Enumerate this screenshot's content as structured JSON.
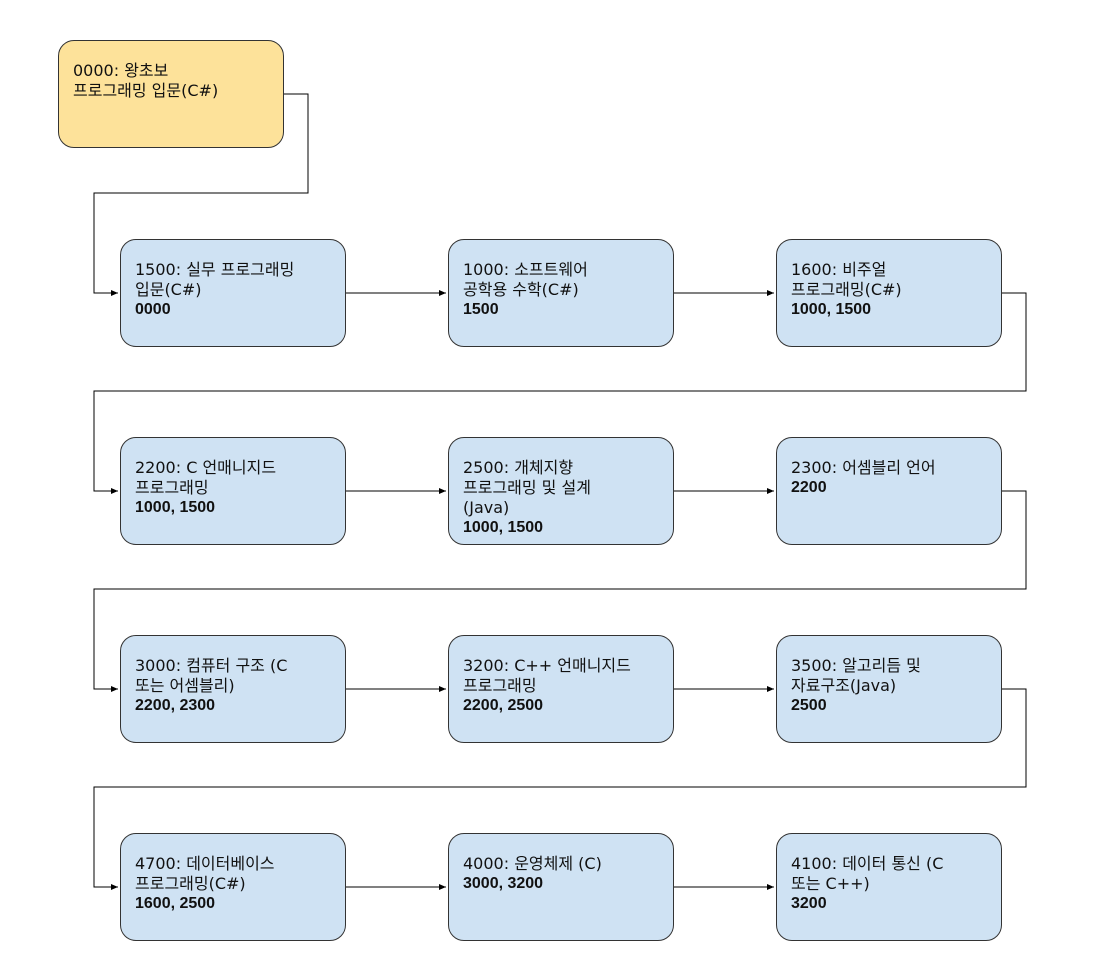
{
  "diagram": {
    "nodes": [
      {
        "key": "n0000",
        "title": "0000: 왕초보\n프로그래밍 입문(C#)",
        "prereq": ""
      },
      {
        "key": "n1500",
        "title": "1500: 실무 프로그래밍\n입문(C#)",
        "prereq": "0000"
      },
      {
        "key": "n1000",
        "title": "1000: 소프트웨어\n공학용 수학(C#)",
        "prereq": "1500"
      },
      {
        "key": "n1600",
        "title": "1600: 비주얼\n프로그래밍(C#)",
        "prereq": "1000, 1500"
      },
      {
        "key": "n2200",
        "title": "2200: C 언매니지드\n프로그래밍",
        "prereq": "1000, 1500"
      },
      {
        "key": "n2500",
        "title": "2500: 개체지향\n프로그래밍 및 설계\n(Java)",
        "prereq": "1000, 1500"
      },
      {
        "key": "n2300",
        "title": "2300: 어셈블리 언어",
        "prereq": "2200"
      },
      {
        "key": "n3000",
        "title": "3000: 컴퓨터 구조 (C\n또는 어셈블리)",
        "prereq": "2200, 2300"
      },
      {
        "key": "n3200",
        "title": "3200: C++ 언매니지드\n프로그래밍",
        "prereq": "2200, 2500"
      },
      {
        "key": "n3500",
        "title": "3500: 알고리듬 및\n자료구조(Java)",
        "prereq": "2500"
      },
      {
        "key": "n4700",
        "title": "4700: 데이터베이스\n프로그래밍(C#)",
        "prereq": "1600, 2500"
      },
      {
        "key": "n4000",
        "title": "4000: 운영체제 (C)",
        "prereq": "3000, 3200"
      },
      {
        "key": "n4100",
        "title": "4100: 데이터 통신 (C\n또는 C++)",
        "prereq": "3200"
      }
    ],
    "colors": {
      "start_fill": "#fde29a",
      "course_fill": "#cfe2f3",
      "border": "#333333",
      "connector": "#000000"
    }
  }
}
